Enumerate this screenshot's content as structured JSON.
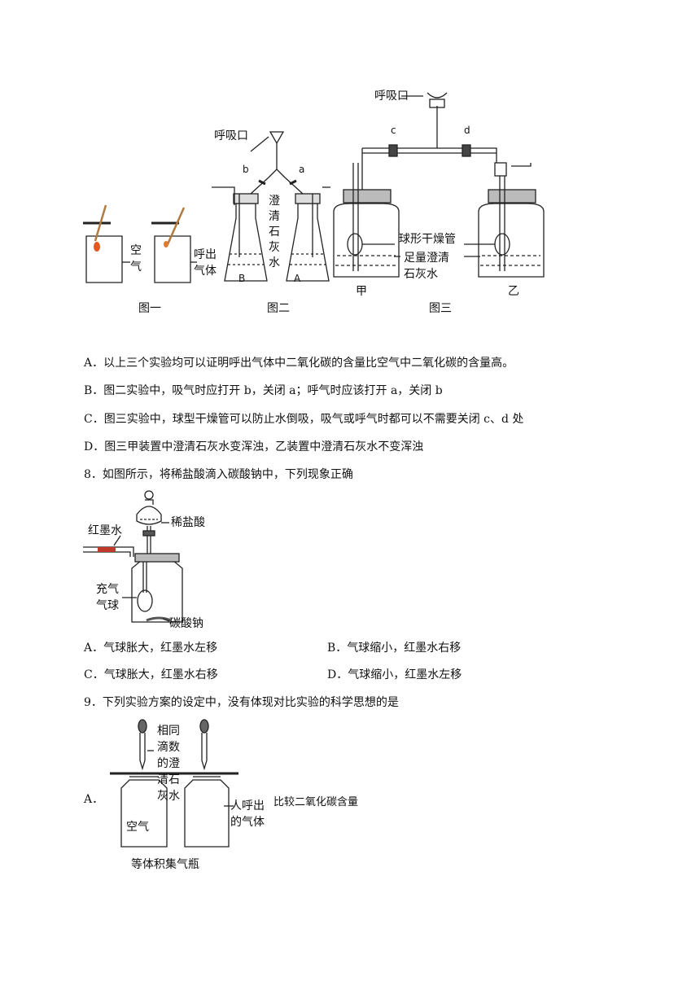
{
  "fig_top": {
    "breath_port_2": "呼吸口",
    "breath_port_3": "呼吸口",
    "valve_a": "a",
    "valve_b": "b",
    "valve_c": "c",
    "valve_d": "d",
    "fig1_label_air_1": "空",
    "fig1_label_air_2": "气",
    "fig1_label_exhale_1": "呼出",
    "fig1_label_exhale_2": "气体",
    "fig2_limewater": [
      "澄",
      "清",
      "石",
      "灰",
      "水"
    ],
    "flask_B": "B",
    "flask_A": "A",
    "drying_tube": "球形干燥管",
    "limewater_3_line1": "足量澄清",
    "limewater_3_line2": "石灰水",
    "bottle_jia": "甲",
    "bottle_yi": "乙",
    "caption_1": "图一",
    "caption_2": "图二",
    "caption_3": "图三"
  },
  "q7_options": [
    "A．以上三个实验均可以证明呼出气体中二氧化碳的含量比空气中二氧化碳的含量高。",
    "B．图二实验中，吸气时应打开 b，关闭 a；呼气时应该打开 a，关闭 b",
    "C．图三实验中，球型干燥管可以防止水倒吸，吸气或呼气时都可以不需要关闭 c、d 处",
    "D．图三甲装置中澄清石灰水变浑浊，乙装置中澄清石灰水不变浑浊"
  ],
  "q8": {
    "stem": "8．如图所示，将稀盐酸滴入碳酸钠中，下列现象正确",
    "label_red_ink": "红墨水",
    "label_hcl": "稀盐酸",
    "label_balloon_1": "充气",
    "label_balloon_2": "气球",
    "label_na2co3": "碳酸钠",
    "option_a": "A．气球胀大，红墨水左移",
    "option_b": "B．气球缩小，红墨水右移",
    "option_c": "C．气球胀大，红墨水右移",
    "option_d": "D．气球缩小，红墨水左移"
  },
  "q9": {
    "stem": "9．下列实验方案的设定中，没有体现对比实验的科学思想的是",
    "option_a_letter": "A．",
    "drops_label": [
      "相同",
      "滴数",
      "的澄",
      "清石",
      "灰水"
    ],
    "bottle_air": "空气",
    "exhaled_1": "人呼出",
    "exhaled_2": "的气体",
    "jar_label": "等体积集气瓶",
    "side_caption": "比较二氧化碳含量"
  }
}
